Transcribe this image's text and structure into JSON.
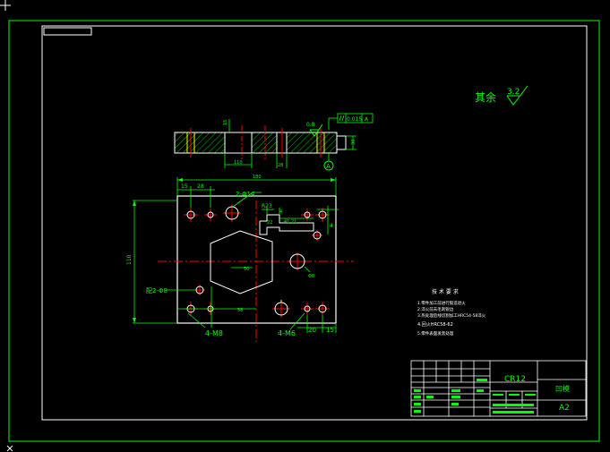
{
  "colors": {
    "background": "#000000",
    "frame": "#ffffff",
    "outline": "#ffffff",
    "green": "#00ff00",
    "cyan": "#00ffff",
    "red": "#ff0000",
    "yellow": "#ffff00",
    "magenta": "#ff00ff"
  },
  "roughness": {
    "label": "其余",
    "value": "3.2",
    "section_value": "0.8"
  },
  "section_view": {
    "datum_tolerance": "0.015",
    "datum_ref": "A",
    "datum_letter": "A",
    "dim_left": "15",
    "dim_a": "110",
    "dim_b": "28",
    "dim_h": "30"
  },
  "plan_view": {
    "top_width": "180",
    "top_left_a": "15",
    "top_left_b": "28",
    "hole_callout": "2-Φ14",
    "height_dim": "110",
    "bore_dim": "R23",
    "step_a": "4",
    "step_b": "41.21",
    "step_c": "22",
    "side_dim": "4",
    "inner_dim": "50",
    "bore_small": "Φ8",
    "bottom_dim": "58",
    "pin_callout": "配2-Φ8",
    "thread_left": "4-M8",
    "thread_right": "4-M6",
    "bottom_right_a": "20",
    "bottom_right_b": "15"
  },
  "tech_notes": {
    "title": "技 术 要 求",
    "lines": [
      "1.零件加工前进行锻造退火",
      "2.淬火前去毛刺锐边",
      "3.热处理后线切割加工HRC54-58淬火",
      "4.回火HRC58-62",
      "5.零件表面发黑处理"
    ]
  },
  "title_block": {
    "material": "CR12",
    "part_name": "凹模",
    "sheet_size": "A2"
  }
}
